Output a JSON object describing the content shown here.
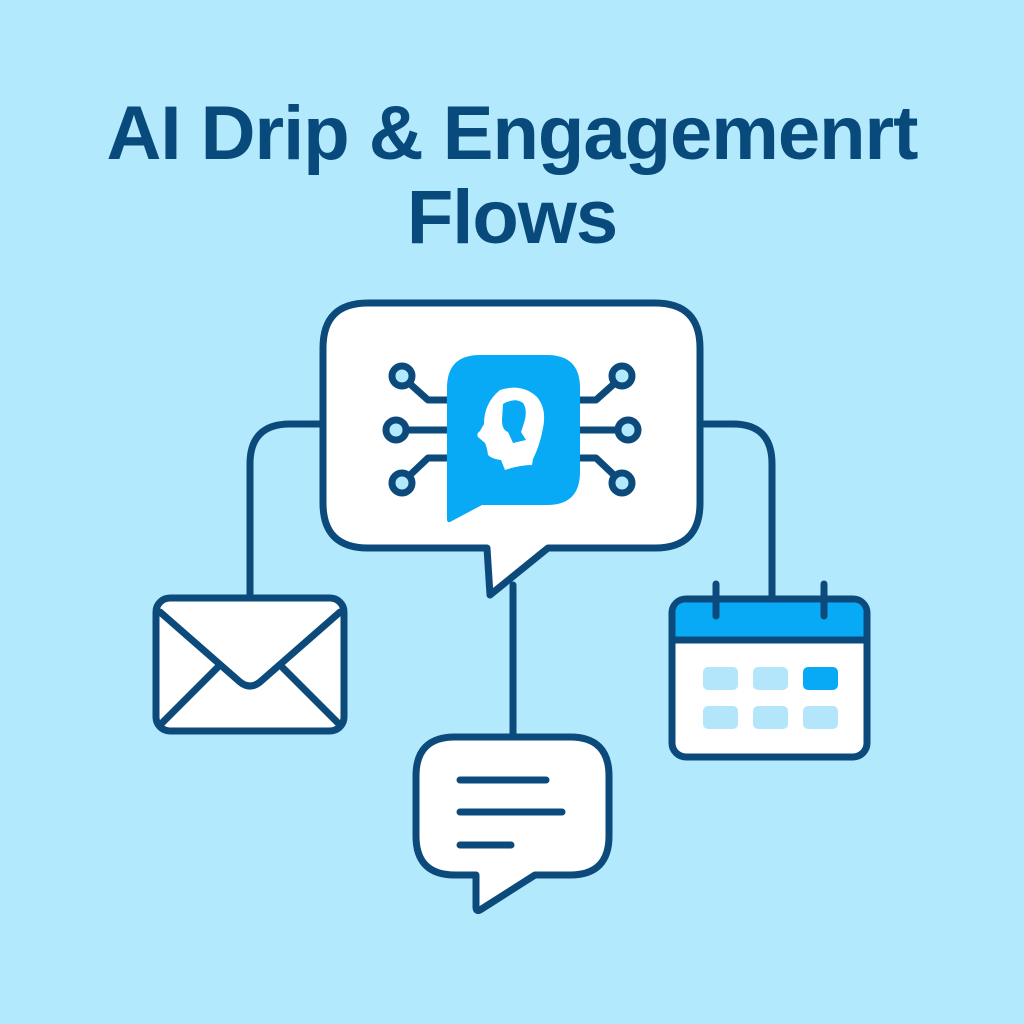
{
  "title": {
    "line1": "AI Drip & Engagemenrt",
    "line2": "Flows"
  },
  "colors": {
    "background": "#b3e9fd",
    "stroke": "#0b4a7b",
    "accent": "#08aaf5",
    "fill": "#ffffff",
    "light_tile": "#b3e5fb"
  },
  "diagram": {
    "center_node": {
      "label": "AI chat hub",
      "icons": [
        "speech-bubble-icon",
        "ai-head-icon",
        "circuit-icon"
      ]
    },
    "nodes": [
      {
        "label": "Email",
        "icon": "envelope-icon"
      },
      {
        "label": "Message",
        "icon": "chat-bubble-icon"
      },
      {
        "label": "Calendar",
        "icon": "calendar-icon",
        "highlighted_tile": 3,
        "tiles": 6
      }
    ]
  }
}
